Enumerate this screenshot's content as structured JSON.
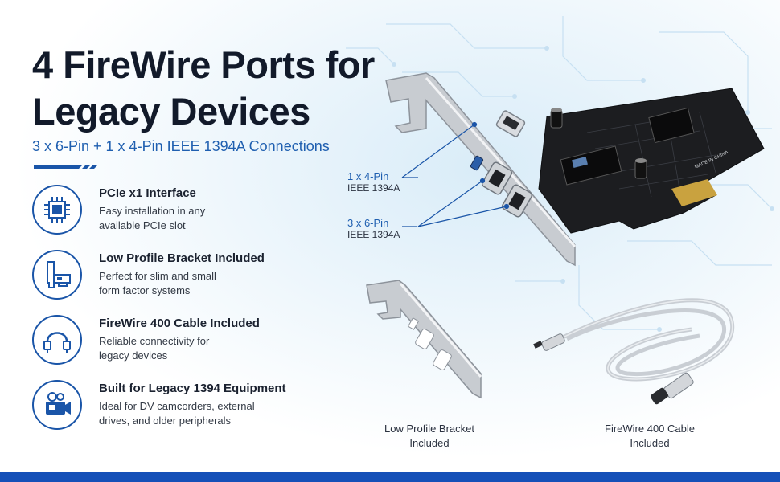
{
  "headline": {
    "line1": "4 FireWire Ports for",
    "line2": "Legacy Devices",
    "subtitle": "3 x 6-Pin + 1 x 4-Pin IEEE 1394A Connections"
  },
  "features": [
    {
      "icon": "chip-icon",
      "title": "PCIe x1 Interface",
      "desc1": "Easy installation in any",
      "desc2": "available PCIe slot"
    },
    {
      "icon": "bracket-icon",
      "title": "Low Profile Bracket Included",
      "desc1": "Perfect for slim and small",
      "desc2": "form factor systems"
    },
    {
      "icon": "cable-icon",
      "title": "FireWire 400 Cable Included",
      "desc1": "Reliable connectivity for",
      "desc2": "legacy devices"
    },
    {
      "icon": "camcorder-icon",
      "title": "Built for Legacy 1394 Equipment",
      "desc1": "Ideal for DV camcorders, external",
      "desc2": "drives, and older peripherals"
    }
  ],
  "callouts": {
    "four_pin": {
      "main": "1 x 4-Pin",
      "sub": "IEEE 1394A"
    },
    "six_pin": {
      "main": "3 x 6-Pin",
      "sub": "IEEE 1394A"
    }
  },
  "captions": {
    "bracket": {
      "line1": "Low Profile Bracket",
      "line2": "Included"
    },
    "cable": {
      "line1": "FireWire 400 Cable",
      "line2": "Included"
    }
  },
  "pcb_print": "MADE IN CHINA",
  "colors": {
    "accent": "#1f5fb0",
    "title": "#121a2a",
    "bar": "#1550b8",
    "pcb": "#1c1d20"
  }
}
